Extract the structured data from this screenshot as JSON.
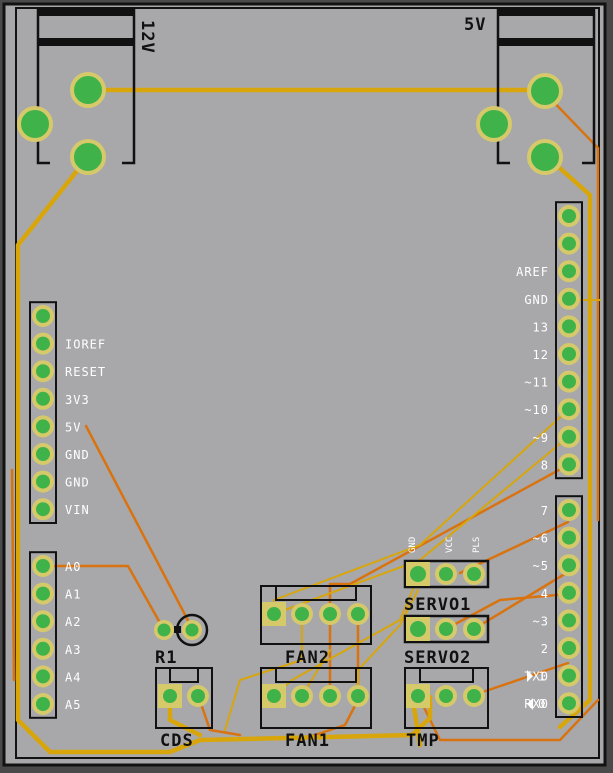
{
  "board": {
    "colors": {
      "background": "#4a4a4a",
      "board": "#a8a8ab",
      "outline": "#121212",
      "pad": "#d6c96a",
      "drill": "#3fb34a",
      "trace_top": "#d8a60a",
      "trace_bottom": "#d9730f",
      "silkscreen": "#ffffff"
    },
    "power_jacks": {
      "left_label": "12V",
      "right_label": "5V"
    },
    "left_headers": {
      "power": [
        "",
        "IOREF",
        "RESET",
        "3V3",
        "5V",
        "GND",
        "GND",
        "VIN"
      ],
      "analog": [
        "A0",
        "A1",
        "A2",
        "A3",
        "A4",
        "A5"
      ]
    },
    "right_headers": {
      "upper": [
        "",
        "",
        "AREF",
        "GND",
        "13",
        "12",
        "~11",
        "~10",
        "~9",
        "8"
      ],
      "lower": [
        "7",
        "~6",
        "~5",
        "4",
        "~3",
        "2",
        "TX0",
        "RX0"
      ]
    },
    "lower_pin_suffix": [
      "",
      "",
      "",
      "",
      "",
      "",
      "1",
      "0"
    ],
    "servo_header_labels": [
      "GND",
      "VCC",
      "PLS"
    ],
    "components": {
      "servo1": "SERVO1",
      "servo2": "SERVO2",
      "fan1": "FAN1",
      "fan2": "FAN2",
      "r1": "R1",
      "cds": "CDS",
      "tmp": "TMP"
    }
  }
}
